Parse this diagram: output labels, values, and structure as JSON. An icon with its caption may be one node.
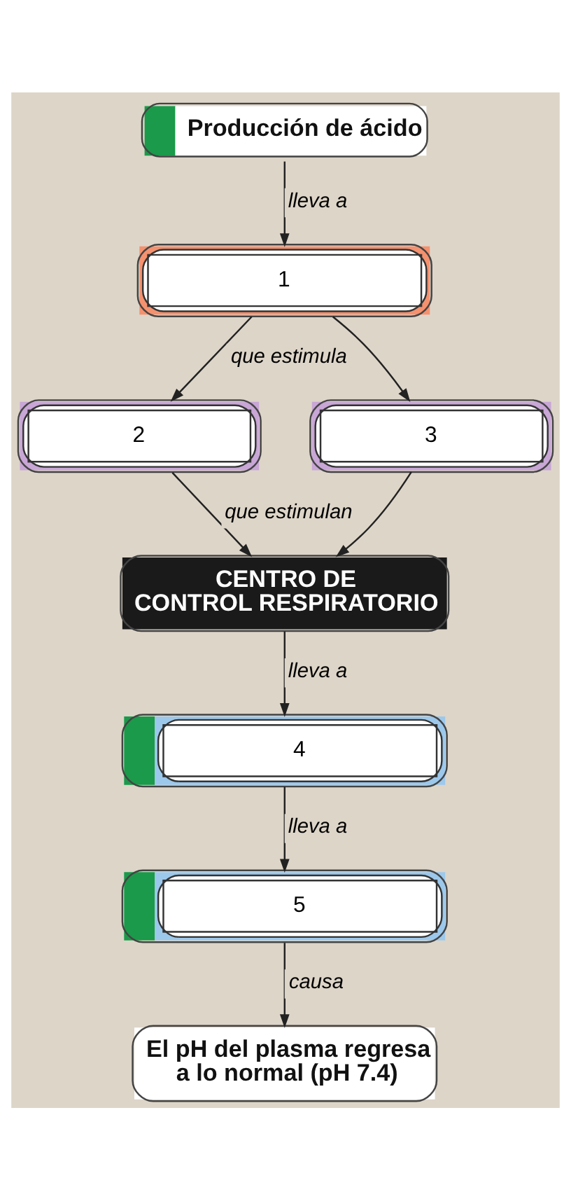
{
  "diagram": {
    "nodes": [
      {
        "text": [
          "Producción de ácido"
        ]
      },
      {
        "text": [
          "1"
        ]
      },
      {
        "text": [
          "2"
        ]
      },
      {
        "text": [
          "3"
        ]
      },
      {
        "text": [
          "CENTRO DE CONTROL RESPIRATORIO"
        ]
      },
      {
        "text": [
          "4"
        ]
      },
      {
        "text": [
          "5"
        ]
      },
      {
        "text": [
          "El pH del plasma regresa a lo normal (pH 7.4)"
        ]
      }
    ],
    "edges": [
      {
        "from": 0,
        "to": 1,
        "arrow": "to",
        "label": "lleva a"
      },
      {
        "from": 1,
        "to": 2,
        "arrow": "to",
        "label": "que estimula"
      },
      {
        "from": 1,
        "to": 3,
        "arrow": "to"
      },
      {
        "from": 2,
        "to": 4,
        "arrow": "to",
        "label": "que estimulan"
      },
      {
        "from": 3,
        "to": 4,
        "arrow": "to"
      },
      {
        "from": 4,
        "to": 5,
        "arrow": "to",
        "label": "lleva a"
      },
      {
        "from": 5,
        "to": 6,
        "arrow": "to",
        "label": "lleva a"
      },
      {
        "from": 6,
        "to": 7,
        "arrow": "to",
        "label": "causa"
      }
    ]
  }
}
